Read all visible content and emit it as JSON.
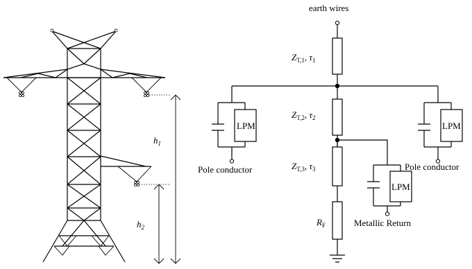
{
  "labels": {
    "earth_wires": "earth wires",
    "pole_conductor_left": "Pole conductor",
    "pole_conductor_right": "Pole conductor",
    "metallic_return": "Metallic Return",
    "lpm_left": "LPM",
    "lpm_right": "LPM",
    "lpm_middle": "LPM"
  },
  "impedances": {
    "z1": {
      "main": "Z",
      "sub": "T,1",
      "sep": ", ",
      "tau": "τ",
      "tau_sub": "1"
    },
    "z2": {
      "main": "Z",
      "sub": "T,2",
      "sep": ", ",
      "tau": "τ",
      "tau_sub": "2"
    },
    "z3": {
      "main": "Z",
      "sub": "T,3",
      "sep": ", ",
      "tau": "τ",
      "tau_sub": "3"
    },
    "rf": {
      "main": "R",
      "sub": "F"
    }
  },
  "heights": {
    "h1": {
      "main": "h",
      "sub": "1"
    },
    "h2": {
      "main": "h",
      "sub": "2"
    }
  }
}
